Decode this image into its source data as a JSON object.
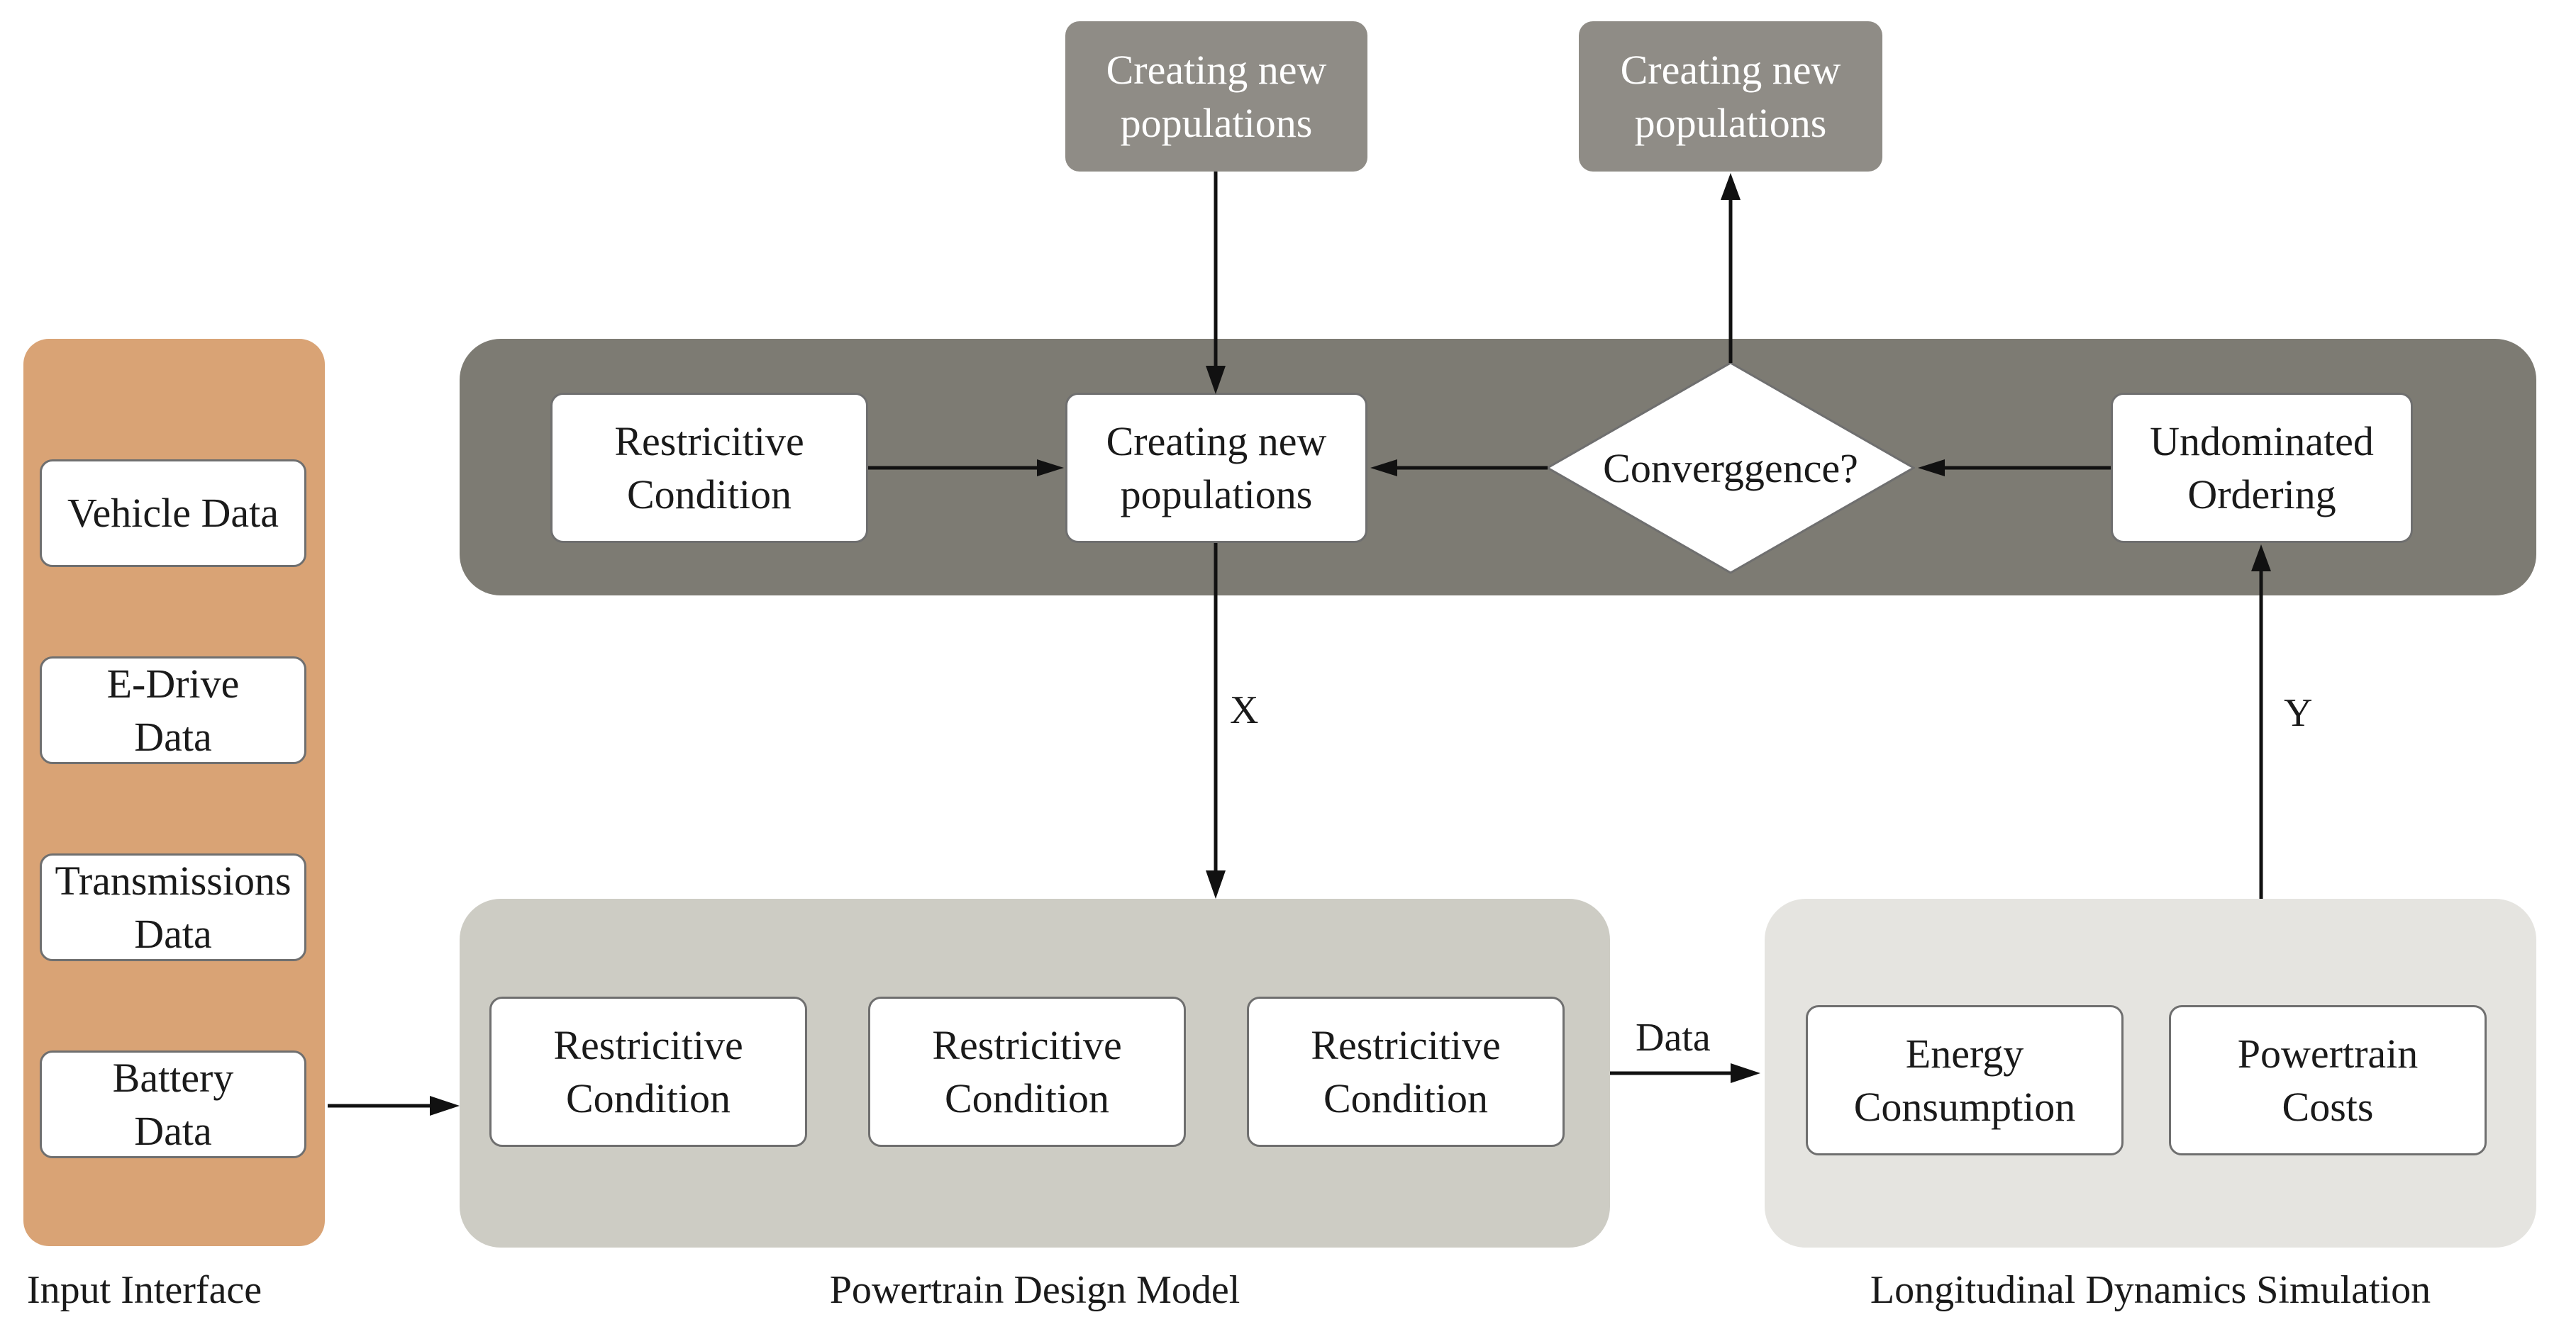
{
  "top": {
    "left_box": "Creating new\npopulations",
    "right_box": "Creating new\npopulations"
  },
  "optimizer": {
    "restrictive_condition": "Restricitive\nCondition",
    "creating_populations": "Creating new\npopulations",
    "convergence": "Converggence?",
    "undominated_ordering": "Undominated\nOrdering"
  },
  "input_interface": {
    "items": [
      "Vehicle Data",
      "E-Drive\nData",
      "Transmissions\nData",
      "Battery\nData"
    ],
    "caption": "Input Interface"
  },
  "design_model": {
    "items": [
      "Restricitive\nCondition",
      "Restricitive\nCondition",
      "Restricitive\nCondition"
    ],
    "caption": "Powertrain Design Model"
  },
  "simulation": {
    "items": [
      "Energy\nConsumption",
      "Powertrain\nCosts"
    ],
    "caption": "Longitudinal Dynamics Simulation"
  },
  "edges": {
    "x_label": "X",
    "y_label": "Y",
    "data_label": "Data"
  },
  "colors": {
    "input_panel": "#d9a375",
    "optimizer_panel": "#7d7b73",
    "design_panel": "#cdccc4",
    "simulation_panel": "#e5e4e0",
    "population_box": "#8f8c86"
  }
}
